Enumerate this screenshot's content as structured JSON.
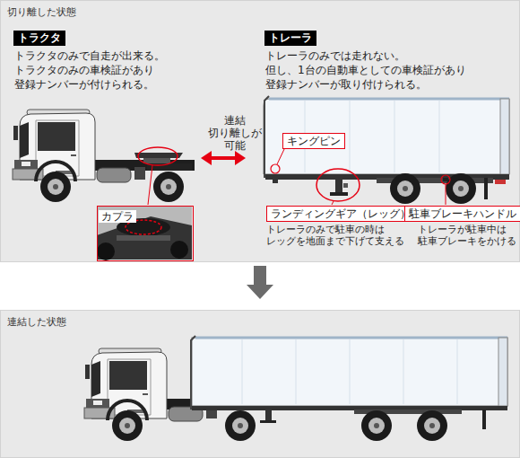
{
  "diagram": {
    "nodes": [
      {
        "text": [
          "切り離した状態"
        ]
      },
      {
        "text": [
          "トラクタ"
        ],
        "in": 0
      },
      {
        "text": [
          "トレーラ"
        ],
        "in": 0
      },
      {
        "text": [
          "キングピン"
        ],
        "in": 0
      },
      {
        "text": [
          "カプラ"
        ],
        "in": 0
      },
      {
        "text": [
          "ランディングギア（レッグ）"
        ],
        "in": 0
      },
      {
        "text": [
          "駐車ブレーキハンドル"
        ],
        "in": 0
      },
      {
        "text": [
          "連結した状態"
        ]
      }
    ],
    "edges": [
      {
        "from": 0,
        "to": 7,
        "arrow": "to"
      }
    ],
    "labels": [
      "トラクタのみで自走が出来る。 トラクタのみの車検証があり 登録ナンバーが付けられる。",
      "トレーラのみでは走れない。 但し、1台の自動車としての車検証があり 登録ナンバーが取り付けられる。",
      "連結 切り離しが 可能",
      "トレーラのみで駐車の時は レッグを地面まで下げて支える",
      "トレーラが駐車中は 駐車ブレーキをかける"
    ]
  }
}
